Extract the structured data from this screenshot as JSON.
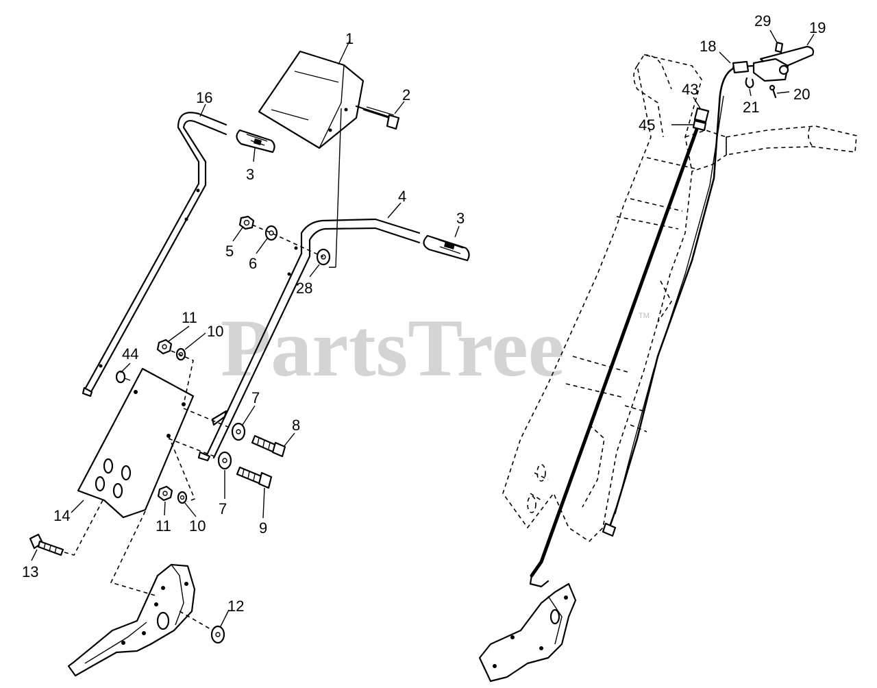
{
  "watermark": "PartsTree",
  "trademark": "TM",
  "callouts": {
    "c1": "1",
    "c2": "2",
    "c3a": "3",
    "c3b": "3",
    "c4": "4",
    "c5": "5",
    "c6": "6",
    "c7a": "7",
    "c7b": "7",
    "c8": "8",
    "c9": "9",
    "c10a": "10",
    "c10b": "10",
    "c11a": "11",
    "c11b": "11",
    "c12": "12",
    "c13": "13",
    "c14": "14",
    "c16": "16",
    "c18": "18",
    "c19": "19",
    "c20": "20",
    "c21": "21",
    "c28": "28",
    "c29": "29",
    "c43": "43",
    "c44": "44",
    "c45": "45"
  }
}
